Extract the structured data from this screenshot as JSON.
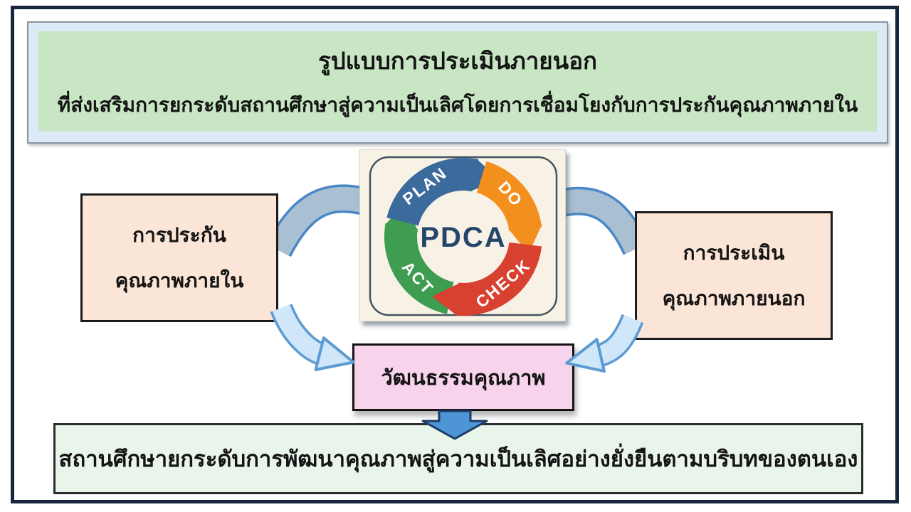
{
  "title": {
    "line1": "รูปแบบการประเมินภายนอก",
    "line2": "ที่ส่งเสริมการยกระดับสถานศึกษาสู่ความเป็นเลิศโดยการเชื่อมโยงกับการประกันคุณภาพภายใน"
  },
  "internal_qa_box": {
    "line1": "การประกัน",
    "line2": "คุณภาพภายใน"
  },
  "external_qa_box": {
    "line1": "การประเมิน",
    "line2": "คุณภาพภายนอก"
  },
  "pdca_cycle": {
    "center": "PDCA",
    "plan": "PLAN",
    "do": "DO",
    "check": "CHECK",
    "act": "ACT"
  },
  "culture_box": {
    "label": "วัฒนธรรมคุณภาพ"
  },
  "outcome_box": {
    "label": "สถานศึกษายกระดับการพัฒนาคุณภาพสู่ความเป็นเลิศอย่างยั่งยืนตามบริบทของตนเอง"
  },
  "colors": {
    "frame_navy": "#17263f",
    "title_green": "#c8e6c3",
    "title_band_blue": "#dce9f6",
    "side_box_peach": "#fbe5d6",
    "culture_pink": "#f8d3ec",
    "outcome_mint": "#e9f5eb",
    "pdca_plan_blue": "#3a6b9c",
    "pdca_do_orange": "#f28f1d",
    "pdca_check_red": "#d84030",
    "pdca_act_green": "#3f9d51",
    "pdca_text_navy": "#25456b",
    "connector_band": "#a9c0d2",
    "connector_band_edge": "#4a87c7",
    "curve_arrow_fill": "#cfe7f9",
    "curve_arrow_edge": "#5d9bd3",
    "down_arrow_fill": "#4e95d6",
    "down_arrow_edge": "#1d3a63"
  }
}
